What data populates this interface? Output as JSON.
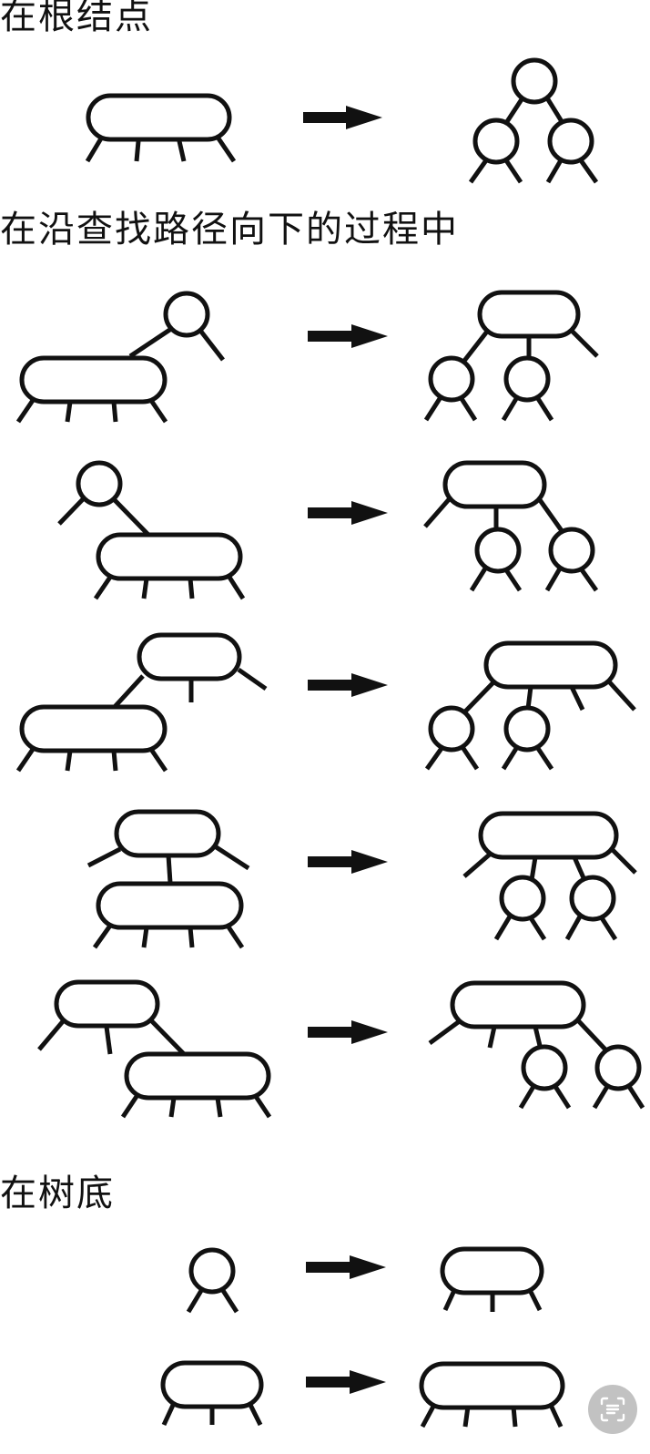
{
  "sections": {
    "root": {
      "title": "在根结点"
    },
    "path": {
      "title": "在沿查找路径向下的过程中"
    },
    "bottom": {
      "title": "在树底"
    }
  },
  "icons": {
    "transform_arrow": "right-arrow-icon",
    "node_2": "2-node-icon",
    "node_3": "3-node-icon",
    "node_4": "4-node-icon",
    "scan_button": "scan-text-icon"
  },
  "colors": {
    "stroke": "#111111",
    "background": "#ffffff",
    "button": "#c2c2c2"
  }
}
